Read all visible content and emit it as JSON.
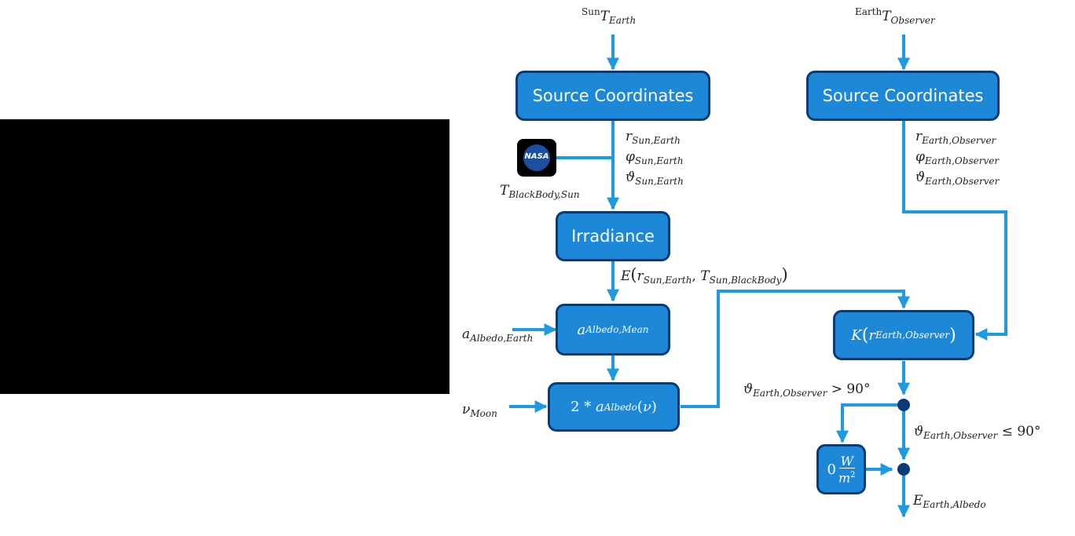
{
  "boxes": {
    "source_coords_sun": "Source Coordinates",
    "source_coords_observer": "Source Coordinates",
    "irradiance": "Irradiance"
  },
  "labels": {
    "sun_T_earth": {
      "pre": "Sun",
      "main": "T",
      "sub": "Earth"
    },
    "earth_T_observer": {
      "pre": "Earth",
      "main": "T",
      "sub": "Observer"
    },
    "r_sun_earth": {
      "main": "r",
      "sub": "Sun,Earth"
    },
    "phi_sun_earth": {
      "main": "φ",
      "sub": "Sun,Earth"
    },
    "theta_sun_earth": {
      "main": "ϑ",
      "sub": "Sun,Earth"
    },
    "r_earth_observer": {
      "main": "r",
      "sub": "Earth,Observer"
    },
    "phi_earth_observer": {
      "main": "φ",
      "sub": "Earth,Observer"
    },
    "theta_earth_observer": {
      "main": "ϑ",
      "sub": "Earth,Observer"
    },
    "t_blackbody_sun": {
      "main": "T",
      "sub": "BlackBody,Sun"
    },
    "irradiance_out": {
      "main": "E",
      "arg1": "r",
      "arg1_sub": "Sun,Earth",
      "arg2": "T",
      "arg2_sub": "Sun,BlackBody"
    },
    "albedo_earth_in": {
      "main": "a",
      "sub": "Albedo,Earth"
    },
    "nu_moon_in": {
      "main": "ν",
      "sub": "Moon"
    },
    "albedo_mean_box": {
      "main": "a",
      "sub": "Albedo,Mean"
    },
    "albedo_fn_box": {
      "prefix": "2 * ",
      "main": "a",
      "sub": "Albedo",
      "arg": "ν"
    },
    "k_box": {
      "main": "K",
      "arg": "r",
      "arg_sub": "Earth,Observer"
    },
    "cond_gt": {
      "main": "ϑ",
      "sub": "Earth,Observer",
      "rel": " > 90°"
    },
    "cond_le": {
      "main": "ϑ",
      "sub": "Earth,Observer",
      "rel": " ≤ 90°"
    },
    "zero_box": {
      "value": "0",
      "num": "W",
      "den": "m",
      "den_exp": "2"
    },
    "e_earth_albedo": {
      "main": "E",
      "sub": "Earth,Albedo"
    }
  },
  "nasa_logo": {
    "text": "NASA"
  },
  "colors": {
    "box_fill": "#1e88d8",
    "box_border": "#0b3a78",
    "arrow": "#1e9be0",
    "junction": "#0b3a78"
  }
}
